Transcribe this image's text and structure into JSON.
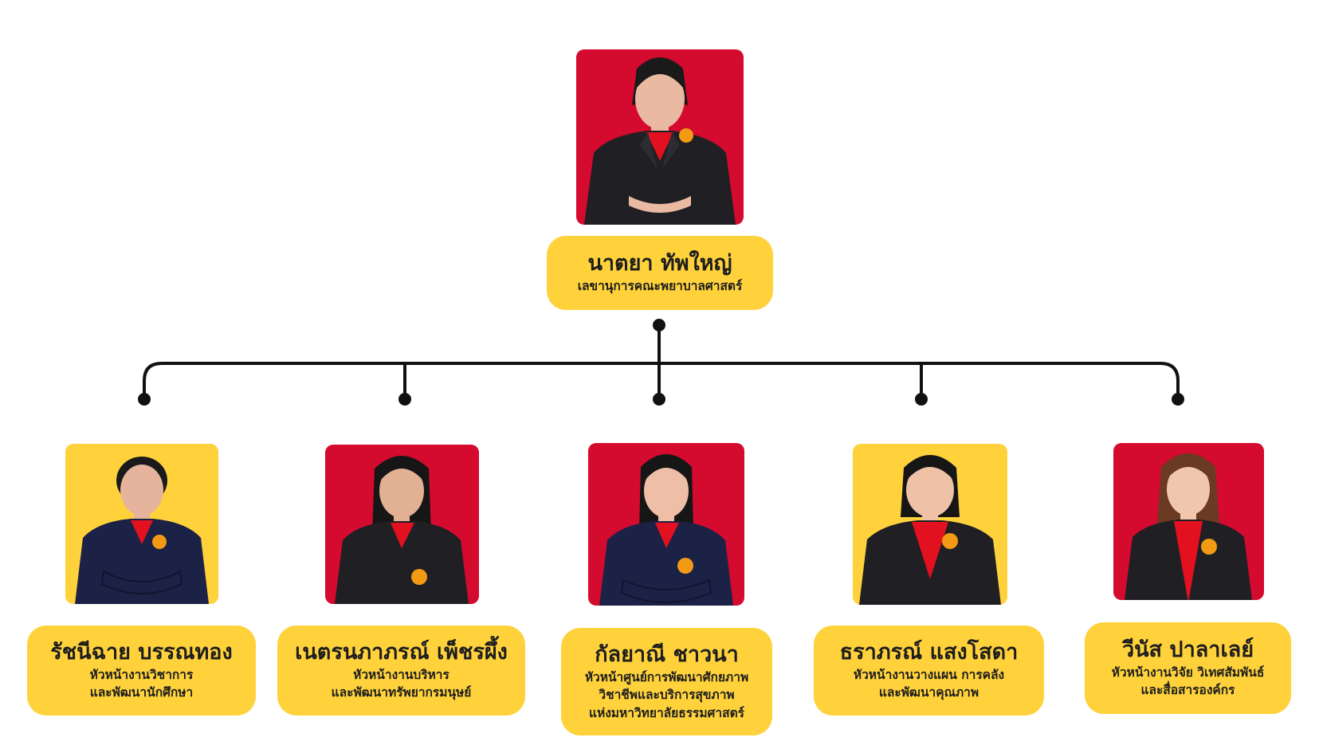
{
  "root": {
    "name": "นาตยา ทัพใหญ่",
    "role_lines": [
      "เลขานุการคณะพยาบาลศาสตร์"
    ],
    "photo_bg": "#d40a2f"
  },
  "members": [
    {
      "name": "รัชนีฉาย บรรณทอง",
      "role_lines": [
        "หัวหน้างานวิชาการ",
        "และพัฒนานักศึกษา"
      ],
      "photo_bg": "#ffd23c"
    },
    {
      "name": "เนตรนภาภรณ์ เพ็ชรผึ้ง",
      "role_lines": [
        "หัวหน้างานบริหาร",
        "และพัฒนาทรัพยากรมนุษย์"
      ],
      "photo_bg": "#d40a2f"
    },
    {
      "name": "กัลยาณี ชาวนา",
      "role_lines": [
        "หัวหน้าศูนย์การพัฒนาศักยภาพ",
        "วิชาชีพและบริการสุขภาพ",
        "แห่งมหาวิทยาลัยธรรมศาสตร์"
      ],
      "photo_bg": "#d40a2f"
    },
    {
      "name": "ธราภรณ์ แสงโสดา",
      "role_lines": [
        "หัวหน้างานวางแผน การคลัง",
        "และพัฒนาคุณภาพ"
      ],
      "photo_bg": "#ffd23c"
    },
    {
      "name": "วีนัส ปาลาเลย์",
      "role_lines": [
        "หัวหน้างานวิจัย วิเทศสัมพันธ์",
        "และสื่อสารองค์กร"
      ],
      "photo_bg": "#d40a2f"
    }
  ],
  "colors": {
    "card": "#ffd23c",
    "red": "#d40a2f",
    "line": "#111111",
    "jacket": "#1f1f24",
    "shirt": "#e3101f",
    "emblem": "#f39a14"
  },
  "icons": {
    "photo": "person-portrait-icon",
    "emblem": "university-emblem-icon"
  }
}
